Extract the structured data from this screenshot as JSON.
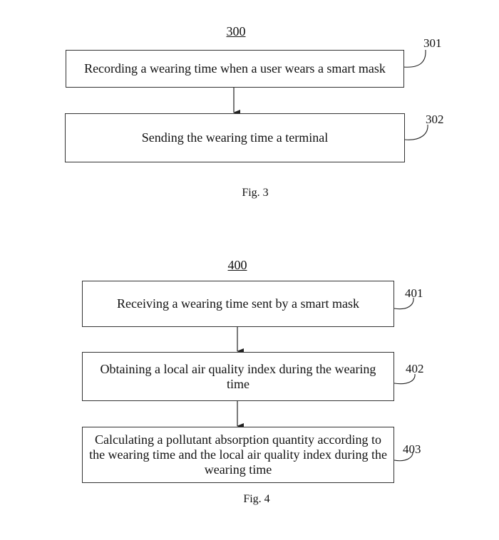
{
  "fig3": {
    "number": "300",
    "steps": [
      {
        "text": "Recording a wearing time when a user wears a smart mask",
        "ref": "301"
      },
      {
        "text": "Sending the wearing time a terminal",
        "ref": "302"
      }
    ],
    "caption": "Fig. 3"
  },
  "fig4": {
    "number": "400",
    "steps": [
      {
        "text": "Receiving a wearing time sent by a smart mask",
        "ref": "401"
      },
      {
        "text": "Obtaining a local air quality index during the wearing time",
        "ref": "402"
      },
      {
        "text": "Calculating a pollutant absorption quantity according to the wearing time and the local air quality index during the wearing time",
        "ref": "403"
      }
    ],
    "caption": "Fig. 4"
  }
}
